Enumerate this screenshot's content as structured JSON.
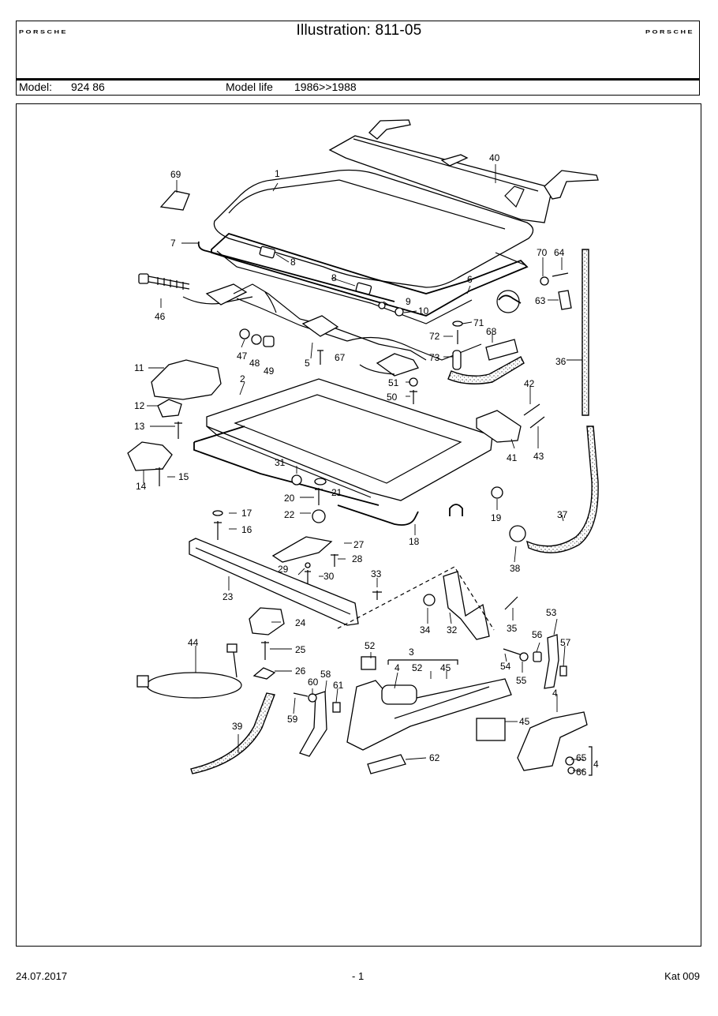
{
  "header": {
    "title": "Illustration: 811-05",
    "brand_left": "PORSCHE",
    "brand_right": "PORSCHE",
    "model_label": "Model:",
    "model_value": "924 86",
    "model_life_label": "Model life",
    "model_life_value": "1986>>1988"
  },
  "footer": {
    "date": "24.07.2017",
    "page": "- 1",
    "catalog": "Kat 009"
  },
  "callouts": [
    "1",
    "2",
    "3",
    "4",
    "4",
    "4",
    "5",
    "6",
    "7",
    "8",
    "8",
    "9",
    "10",
    "11",
    "12",
    "13",
    "14",
    "15",
    "16",
    "17",
    "18",
    "19",
    "20",
    "21",
    "22",
    "23",
    "24",
    "25",
    "26",
    "27",
    "28",
    "29",
    "30",
    "31",
    "32",
    "33",
    "34",
    "35",
    "36",
    "37",
    "38",
    "39",
    "40",
    "41",
    "42",
    "43",
    "44",
    "45",
    "45",
    "46",
    "47",
    "48",
    "49",
    "50",
    "51",
    "52",
    "52",
    "53",
    "54",
    "55",
    "56",
    "57",
    "58",
    "59",
    "60",
    "61",
    "62",
    "63",
    "64",
    "65",
    "66",
    "67",
    "68",
    "69",
    "70",
    "71",
    "72",
    "73"
  ]
}
